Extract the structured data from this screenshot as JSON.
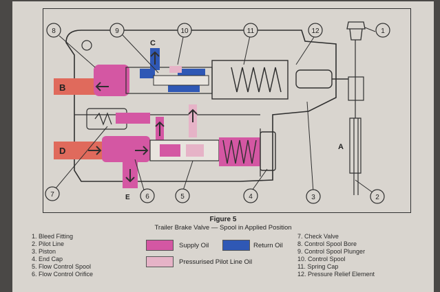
{
  "figure": {
    "title": "Figure 5",
    "subtitle": "Trailer Brake Valve — Spool in Applied Position"
  },
  "callouts": [
    "1",
    "2",
    "3",
    "4",
    "5",
    "6",
    "7",
    "8",
    "9",
    "10",
    "11",
    "12"
  ],
  "port_labels": {
    "b": "B",
    "c": "C",
    "d": "D",
    "e": "E",
    "a": "A"
  },
  "parts_left": [
    "1.  Bleed Fitting",
    "2.  Pilot Line",
    "3.  Piston",
    "4.  End Cap",
    "5.  Flow Control Spool",
    "6.  Flow Control Orifice"
  ],
  "parts_right": [
    "7.  Check Valve",
    "8.  Control Spool Bore",
    "9.  Control Spool Plunger",
    "10. Control Spool",
    "11. Spring Cap",
    "12. Pressure Relief Element"
  ],
  "key": {
    "supply": "Supply Oil",
    "return": "Return Oil",
    "pilot": "Pressurised Pilot Line Oil"
  },
  "colors": {
    "supply": "#d457a3",
    "return": "#2f58b5",
    "pilot": "#e6b3c7",
    "port_flow": "#e06a5c",
    "body": "#d9d5cf",
    "line": "#2f2f2f"
  }
}
